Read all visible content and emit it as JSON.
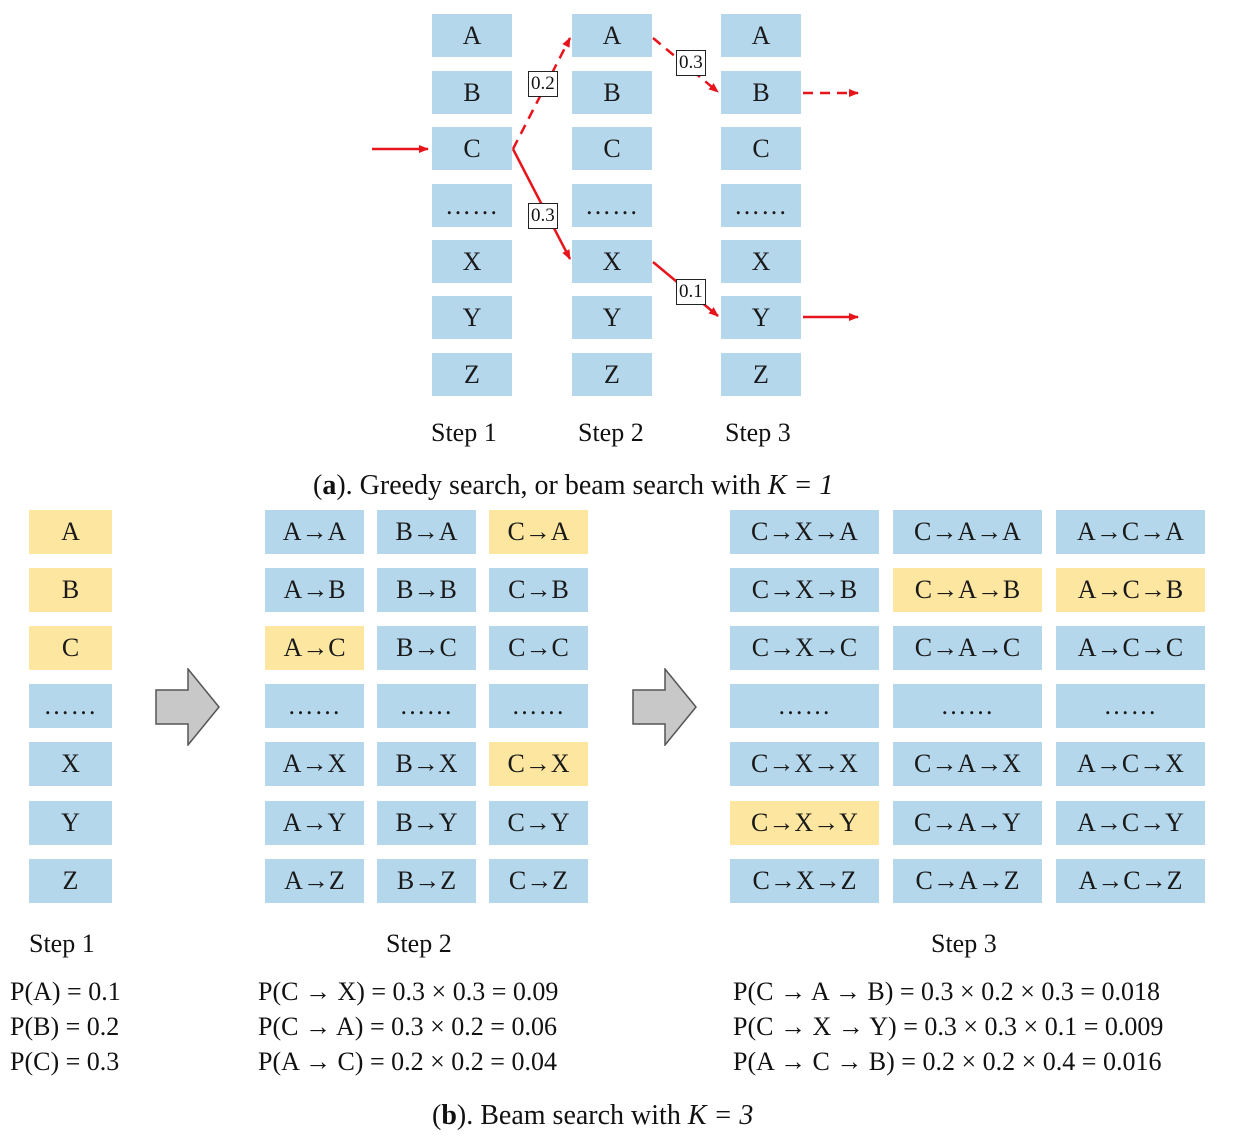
{
  "tokens": [
    "A",
    "B",
    "C",
    "……",
    "X",
    "Y",
    "Z"
  ],
  "part_a": {
    "columns": [
      {
        "step_label": "Step 1",
        "tokens": [
          "A",
          "B",
          "C",
          "……",
          "X",
          "Y",
          "Z"
        ]
      },
      {
        "step_label": "Step 2",
        "tokens": [
          "A",
          "B",
          "C",
          "……",
          "X",
          "Y",
          "Z"
        ]
      },
      {
        "step_label": "Step 3",
        "tokens": [
          "A",
          "B",
          "C",
          "……",
          "X",
          "Y",
          "Z"
        ]
      }
    ],
    "edges": [
      {
        "label": "0.2",
        "style": "dashed"
      },
      {
        "label": "0.3",
        "style": "dashed"
      },
      {
        "label": "0.3",
        "style": "solid"
      },
      {
        "label": "0.1",
        "style": "solid"
      }
    ],
    "caption": {
      "letter": "a",
      "text": "). Greedy search, or beam search with ",
      "k": "K = 1"
    }
  },
  "part_b": {
    "step1": {
      "label": "Step 1",
      "cells": [
        "A",
        "B",
        "C",
        "……",
        "X",
        "Y",
        "Z"
      ],
      "highlighted": [
        true,
        true,
        true,
        false,
        false,
        false,
        false
      ],
      "probs": [
        "P(A) = 0.1",
        "P(B) = 0.2",
        "P(C) = 0.3"
      ]
    },
    "step2": {
      "label": "Step 2",
      "columns": [
        {
          "cells": [
            "A→A",
            "A→B",
            "A→C",
            "……",
            "A→X",
            "A→Y",
            "A→Z"
          ],
          "highlighted": [
            false,
            false,
            true,
            false,
            false,
            false,
            false
          ]
        },
        {
          "cells": [
            "B→A",
            "B→B",
            "B→C",
            "……",
            "B→X",
            "B→Y",
            "B→Z"
          ],
          "highlighted": [
            false,
            false,
            false,
            false,
            false,
            false,
            false
          ]
        },
        {
          "cells": [
            "C→A",
            "C→B",
            "C→C",
            "……",
            "C→X",
            "C→Y",
            "C→Z"
          ],
          "highlighted": [
            true,
            false,
            false,
            false,
            true,
            false,
            false
          ]
        }
      ],
      "probs": [
        "P(C → X) = 0.3 × 0.3 = 0.09",
        "P(C → A) = 0.3 × 0.2 = 0.06",
        "P(A → C) = 0.2 × 0.2 = 0.04"
      ]
    },
    "step3": {
      "label": "Step 3",
      "columns": [
        {
          "cells": [
            "C→X→A",
            "C→X→B",
            "C→X→C",
            "……",
            "C→X→X",
            "C→X→Y",
            "C→X→Z"
          ],
          "highlighted": [
            false,
            false,
            false,
            false,
            false,
            true,
            false
          ]
        },
        {
          "cells": [
            "C→A→A",
            "C→A→B",
            "C→A→C",
            "……",
            "C→A→X",
            "C→A→Y",
            "C→A→Z"
          ],
          "highlighted": [
            false,
            true,
            false,
            false,
            false,
            false,
            false
          ]
        },
        {
          "cells": [
            "A→C→A",
            "A→C→B",
            "A→C→C",
            "……",
            "A→C→X",
            "A→C→Y",
            "A→C→Z"
          ],
          "highlighted": [
            false,
            true,
            false,
            false,
            false,
            false,
            false
          ]
        }
      ],
      "probs": [
        "P(C → A → B) = 0.3 × 0.2 × 0.3 = 0.018",
        "P(C → X → Y) = 0.3 × 0.3 × 0.1 = 0.009",
        "P(A → C → B) = 0.2 × 0.2 × 0.4 = 0.016"
      ]
    },
    "caption": {
      "letter": "b",
      "text": "). Beam search with ",
      "k": "K = 3"
    }
  },
  "colors": {
    "cell": "#b5d7ec",
    "highlight": "#fde7a0",
    "path": "#e8141c",
    "big_arrow": "#c8c8c8"
  }
}
